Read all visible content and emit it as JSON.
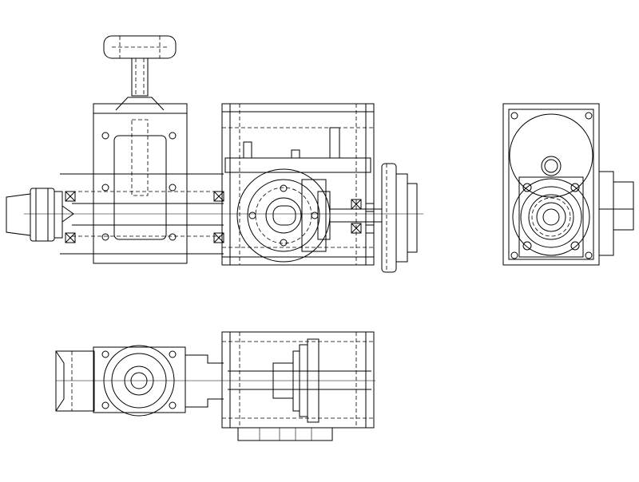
{
  "drawing": {
    "type": "mechanical-engineering-drawing",
    "views": [
      "front-view",
      "side-view",
      "top-view"
    ],
    "line_color": "#000000",
    "background": "#ffffff",
    "text_labels": []
  }
}
